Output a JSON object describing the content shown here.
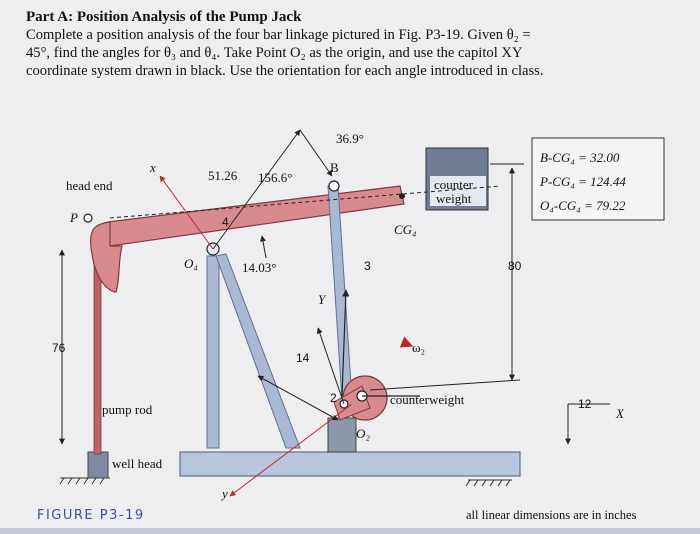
{
  "problem": {
    "heading": "Part A: Position Analysis of the Pump Jack",
    "lines": [
      "Complete a position analysis of the four bar linkage pictured in Fig. P3-19.  Given θ₂ =",
      "45°, find the angles for θ₃ and θ₄.  Take Point O₂ as the origin, and use the capitol XY",
      "coordinate system drawn in black.  Use the orientation for each angle introduced in class."
    ]
  },
  "figure": {
    "caption": "FIGURE P3-19",
    "units_note": "all linear dimensions are in inches",
    "labels": {
      "head_end": "head end",
      "P": "P",
      "x_small": "x",
      "y_small": "y",
      "dim_51_26": "51.26",
      "dim_156_6": "156.6°",
      "dim_36_9": "36.9°",
      "B": "B",
      "counter_weight_box": [
        "counter",
        "weight"
      ],
      "CG4": "CG₄",
      "link4": "4",
      "O4": "O₄",
      "dim_14_03": "14.03°",
      "link3": "3",
      "Y": "Y",
      "dim_80": "80",
      "dim_76": "76",
      "dim_14": "14",
      "omega2": "ω₂",
      "link2": "2",
      "counterweight": "counterweight",
      "O2": "O₂",
      "dim_12": "12",
      "X": "X",
      "pump_rod": "pump rod",
      "well_head": "well head"
    },
    "dimension_table": [
      "B-CG₄ = 32.00",
      "P-CG₄ = 124.44",
      "O₄-CG₄ = 79.22"
    ]
  },
  "colors": {
    "beam": "#d98a8f",
    "beam_stroke": "#7a3a3e",
    "frame": "#a9b9d4",
    "frame_stroke": "#5f6f8f",
    "base": "#b8c6de",
    "counterweight_box": "#6f7c94",
    "crank_disk": "#d98a8f",
    "accent_red": "#c0262e",
    "dim_line": "#222222"
  }
}
